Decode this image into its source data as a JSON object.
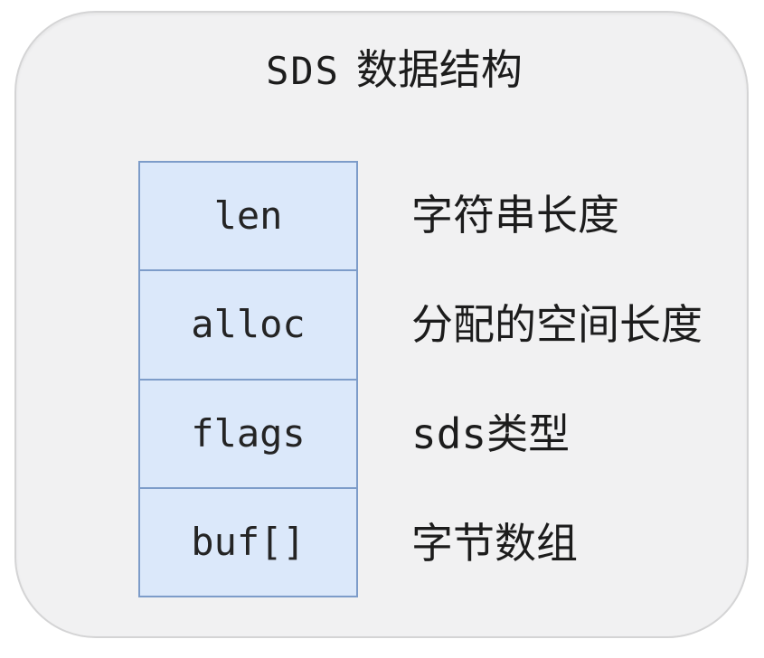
{
  "diagram": {
    "title": {
      "latin": "SDS",
      "cjk": "数据结构"
    },
    "rows": [
      {
        "field": "len",
        "description": "字符串长度"
      },
      {
        "field": "alloc",
        "description": "分配的空间长度"
      },
      {
        "field": "flags",
        "description": "sds类型"
      },
      {
        "field": "buf[]",
        "description": "字节数组"
      }
    ],
    "colors": {
      "panel_background": "#f1f1f2",
      "panel_border": "#d4d4d5",
      "cell_background": "#dbe8fa",
      "cell_border": "#7d9cc9",
      "text": "#1c1c1c",
      "page_background": "#ffffff"
    }
  }
}
